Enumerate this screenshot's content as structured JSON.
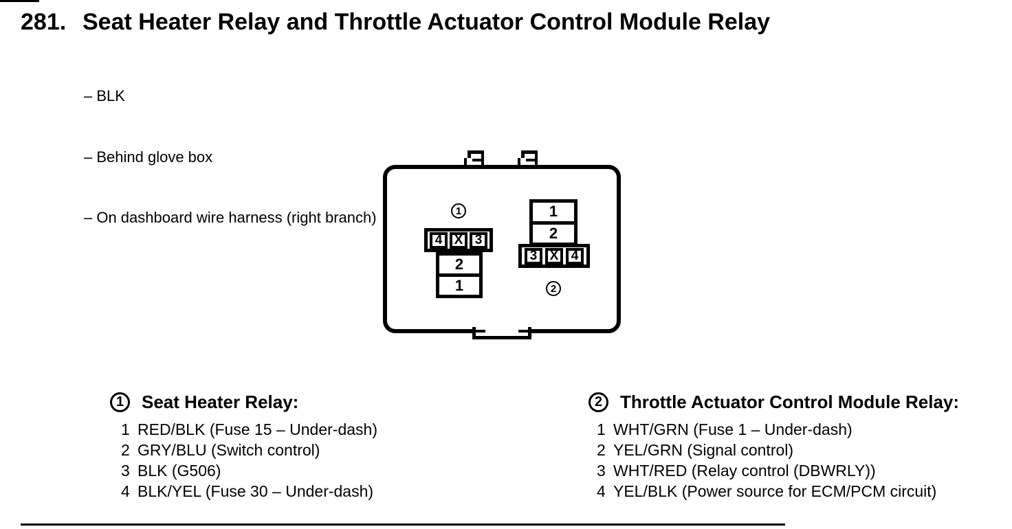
{
  "page": {
    "number": "281.",
    "title": "Seat Heater Relay and Throttle Actuator Control Module Relay",
    "notes": [
      "– BLK",
      "– Behind glove box",
      "– On dashboard wire harness (right branch)"
    ]
  },
  "diagram": {
    "connector1": {
      "marker": "1",
      "row": [
        "4",
        "X",
        "3"
      ],
      "stack": [
        "2",
        "1"
      ]
    },
    "connector2": {
      "marker": "2",
      "stack": [
        "1",
        "2"
      ],
      "row": [
        "3",
        "X",
        "4"
      ]
    }
  },
  "legends": [
    {
      "marker": "1",
      "title": "Seat Heater Relay:",
      "items": [
        {
          "num": "1",
          "text": "RED/BLK (Fuse 15 – Under-dash)"
        },
        {
          "num": "2",
          "text": "GRY/BLU (Switch control)"
        },
        {
          "num": "3",
          "text": "BLK (G506)"
        },
        {
          "num": "4",
          "text": "BLK/YEL (Fuse 30 – Under-dash)"
        }
      ]
    },
    {
      "marker": "2",
      "title": "Throttle Actuator Control Module Relay:",
      "items": [
        {
          "num": "1",
          "text": "WHT/GRN (Fuse 1 – Under-dash)"
        },
        {
          "num": "2",
          "text": "YEL/GRN (Signal control)"
        },
        {
          "num": "3",
          "text": "WHT/RED (Relay control (DBWRLY))"
        },
        {
          "num": "4",
          "text": "YEL/BLK (Power source for ECM/PCM circuit)"
        }
      ]
    }
  ],
  "colors": {
    "ink": "#000000",
    "paper": "#ffffff"
  }
}
